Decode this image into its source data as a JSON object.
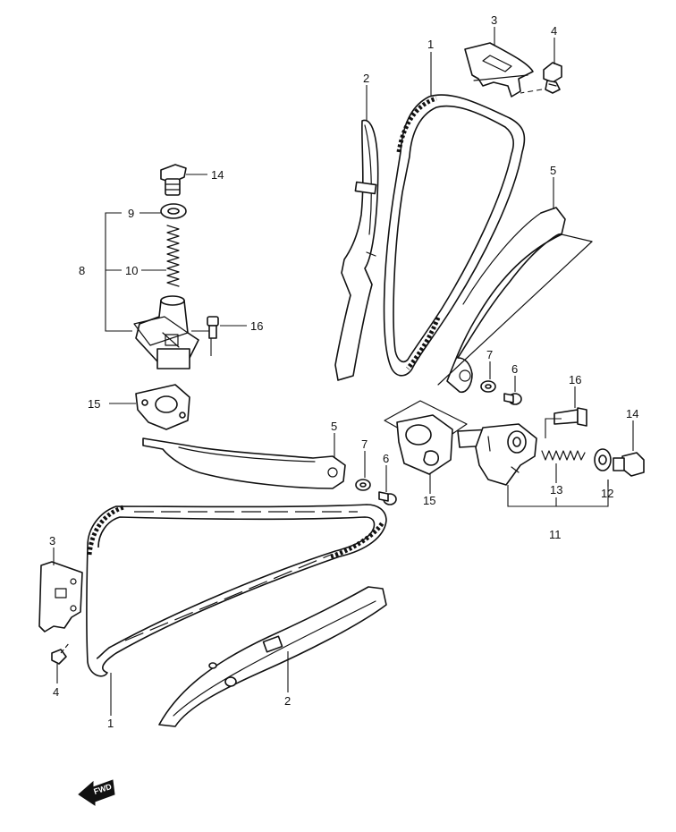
{
  "callouts": {
    "c1_top": "1",
    "c1_bottom": "1",
    "c2_top": "2",
    "c2_bottom": "2",
    "c3_top": "3",
    "c3_left": "3",
    "c4_top": "4",
    "c4_left": "4",
    "c5_right": "5",
    "c5_mid": "5",
    "c6_right": "6",
    "c6_mid": "6",
    "c7_right": "7",
    "c7_mid": "7",
    "c8": "8",
    "c9": "9",
    "c10": "10",
    "c11": "11",
    "c12": "12",
    "c13": "13",
    "c14_left": "14",
    "c14_right": "14",
    "c15_left": "15",
    "c15_right": "15",
    "c16_left": "16",
    "c16_right": "16"
  },
  "fwd_label": "FWD",
  "colors": {
    "line": "#111111",
    "background": "#ffffff"
  }
}
